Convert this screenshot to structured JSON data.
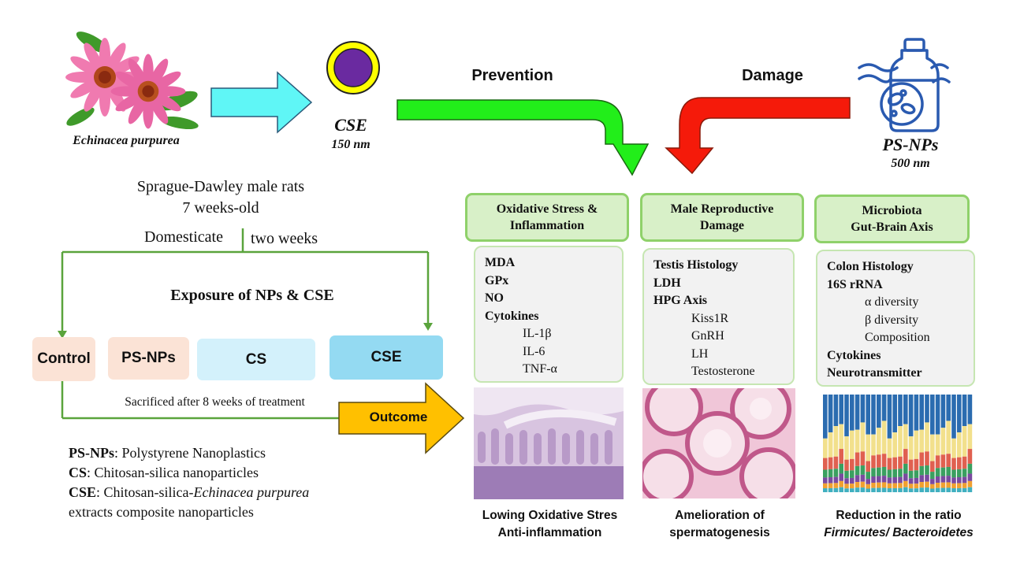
{
  "plant": {
    "label": "Echinacea purpurea"
  },
  "cse": {
    "name": "CSE",
    "size": "150 nm"
  },
  "psnps": {
    "name": "PS-NPs",
    "size": "500 nm"
  },
  "arrows": {
    "prevention": "Prevention",
    "damage": "Damage"
  },
  "animals": {
    "line1": "Sprague-Dawley male rats",
    "line2": "7 weeks-old",
    "domesticate": "Domesticate",
    "duration": "two weeks"
  },
  "exposure": {
    "title": "Exposure of NPs & CSE"
  },
  "groups": [
    "Control",
    "PS-NPs",
    "CS",
    "CSE"
  ],
  "sacrifice": "Sacrificed after 8 weeks of treatment",
  "outcome": "Outcome",
  "legend": [
    {
      "abbr": "PS-NPs",
      "desc": ": Polystyrene Nanoplastics"
    },
    {
      "abbr": "CS",
      "desc": ": Chitosan-silica nanoparticles"
    },
    {
      "abbr": "CSE",
      "desc_pre": ": Chitosan-silica-",
      "desc_italic": "Echinacea purpurea",
      "desc_line2": "extracts composite nanoparticles"
    }
  ],
  "panels": [
    {
      "header": [
        "Oxidative Stress &",
        "Inflammation"
      ],
      "items": [
        {
          "text": "MDA",
          "bold": true
        },
        {
          "text": "GPx",
          "bold": true
        },
        {
          "text": "NO",
          "bold": true
        },
        {
          "text": "Cytokines",
          "bold": true
        },
        {
          "text": "IL-1β",
          "bold": false
        },
        {
          "text": "IL-6",
          "bold": false
        },
        {
          "text": "TNF-α",
          "bold": false
        }
      ],
      "caption": [
        "Lowing Oxidative Stres",
        "Anti-inflammation"
      ]
    },
    {
      "header": [
        "Male Reproductive",
        "Damage"
      ],
      "items": [
        {
          "text": "Testis Histology",
          "bold": true
        },
        {
          "text": "LDH",
          "bold": true
        },
        {
          "text": "HPG Axis",
          "bold": true
        },
        {
          "text": "Kiss1R",
          "bold": false
        },
        {
          "text": "GnRH",
          "bold": false
        },
        {
          "text": "LH",
          "bold": false
        },
        {
          "text": "Testosterone",
          "bold": false
        }
      ],
      "caption": [
        "Amelioration of",
        "spermatogenesis"
      ]
    },
    {
      "header": [
        "Microbiota",
        "Gut-Brain Axis"
      ],
      "items": [
        {
          "text": "Colon Histology",
          "bold": true
        },
        {
          "text": "16S rRNA",
          "bold": true
        },
        {
          "text": "α diversity",
          "bold": false
        },
        {
          "text": "β diversity",
          "bold": false
        },
        {
          "text": "Composition",
          "bold": false
        },
        {
          "text": "Cytokines",
          "bold": true
        },
        {
          "text": "Neurotransmitter",
          "bold": true
        }
      ],
      "caption": [
        "Reduction in the ratio",
        "Firmicutes/ Bacteroidetes"
      ]
    }
  ],
  "colors": {
    "cyan_arrow": "#5ff6f6",
    "green_arrow": "#22ee1a",
    "red_arrow": "#f51a0a",
    "outcome_arrow": "#ffc000",
    "cse_fill": "#6a2aa0",
    "cse_ring": "#ffff00",
    "flow_line": "#5aa43c",
    "psnps_icon": "#2a5ab0"
  }
}
